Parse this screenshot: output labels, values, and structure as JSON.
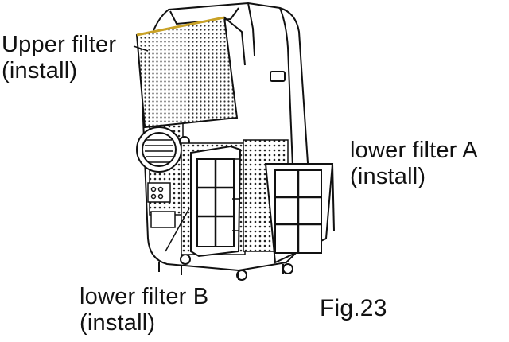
{
  "labels": {
    "upper_filter": {
      "name": "Upper filter",
      "action": "(install)"
    },
    "lower_filter_a": {
      "name": "lower filter A",
      "action": "(install)"
    },
    "lower_filter_b": {
      "name": "lower filter B",
      "action": "(install)"
    },
    "figure_caption": "Fig.23"
  },
  "colors": {
    "line": "#111111",
    "background": "#ffffff",
    "accent_edge": "#c9a227"
  }
}
